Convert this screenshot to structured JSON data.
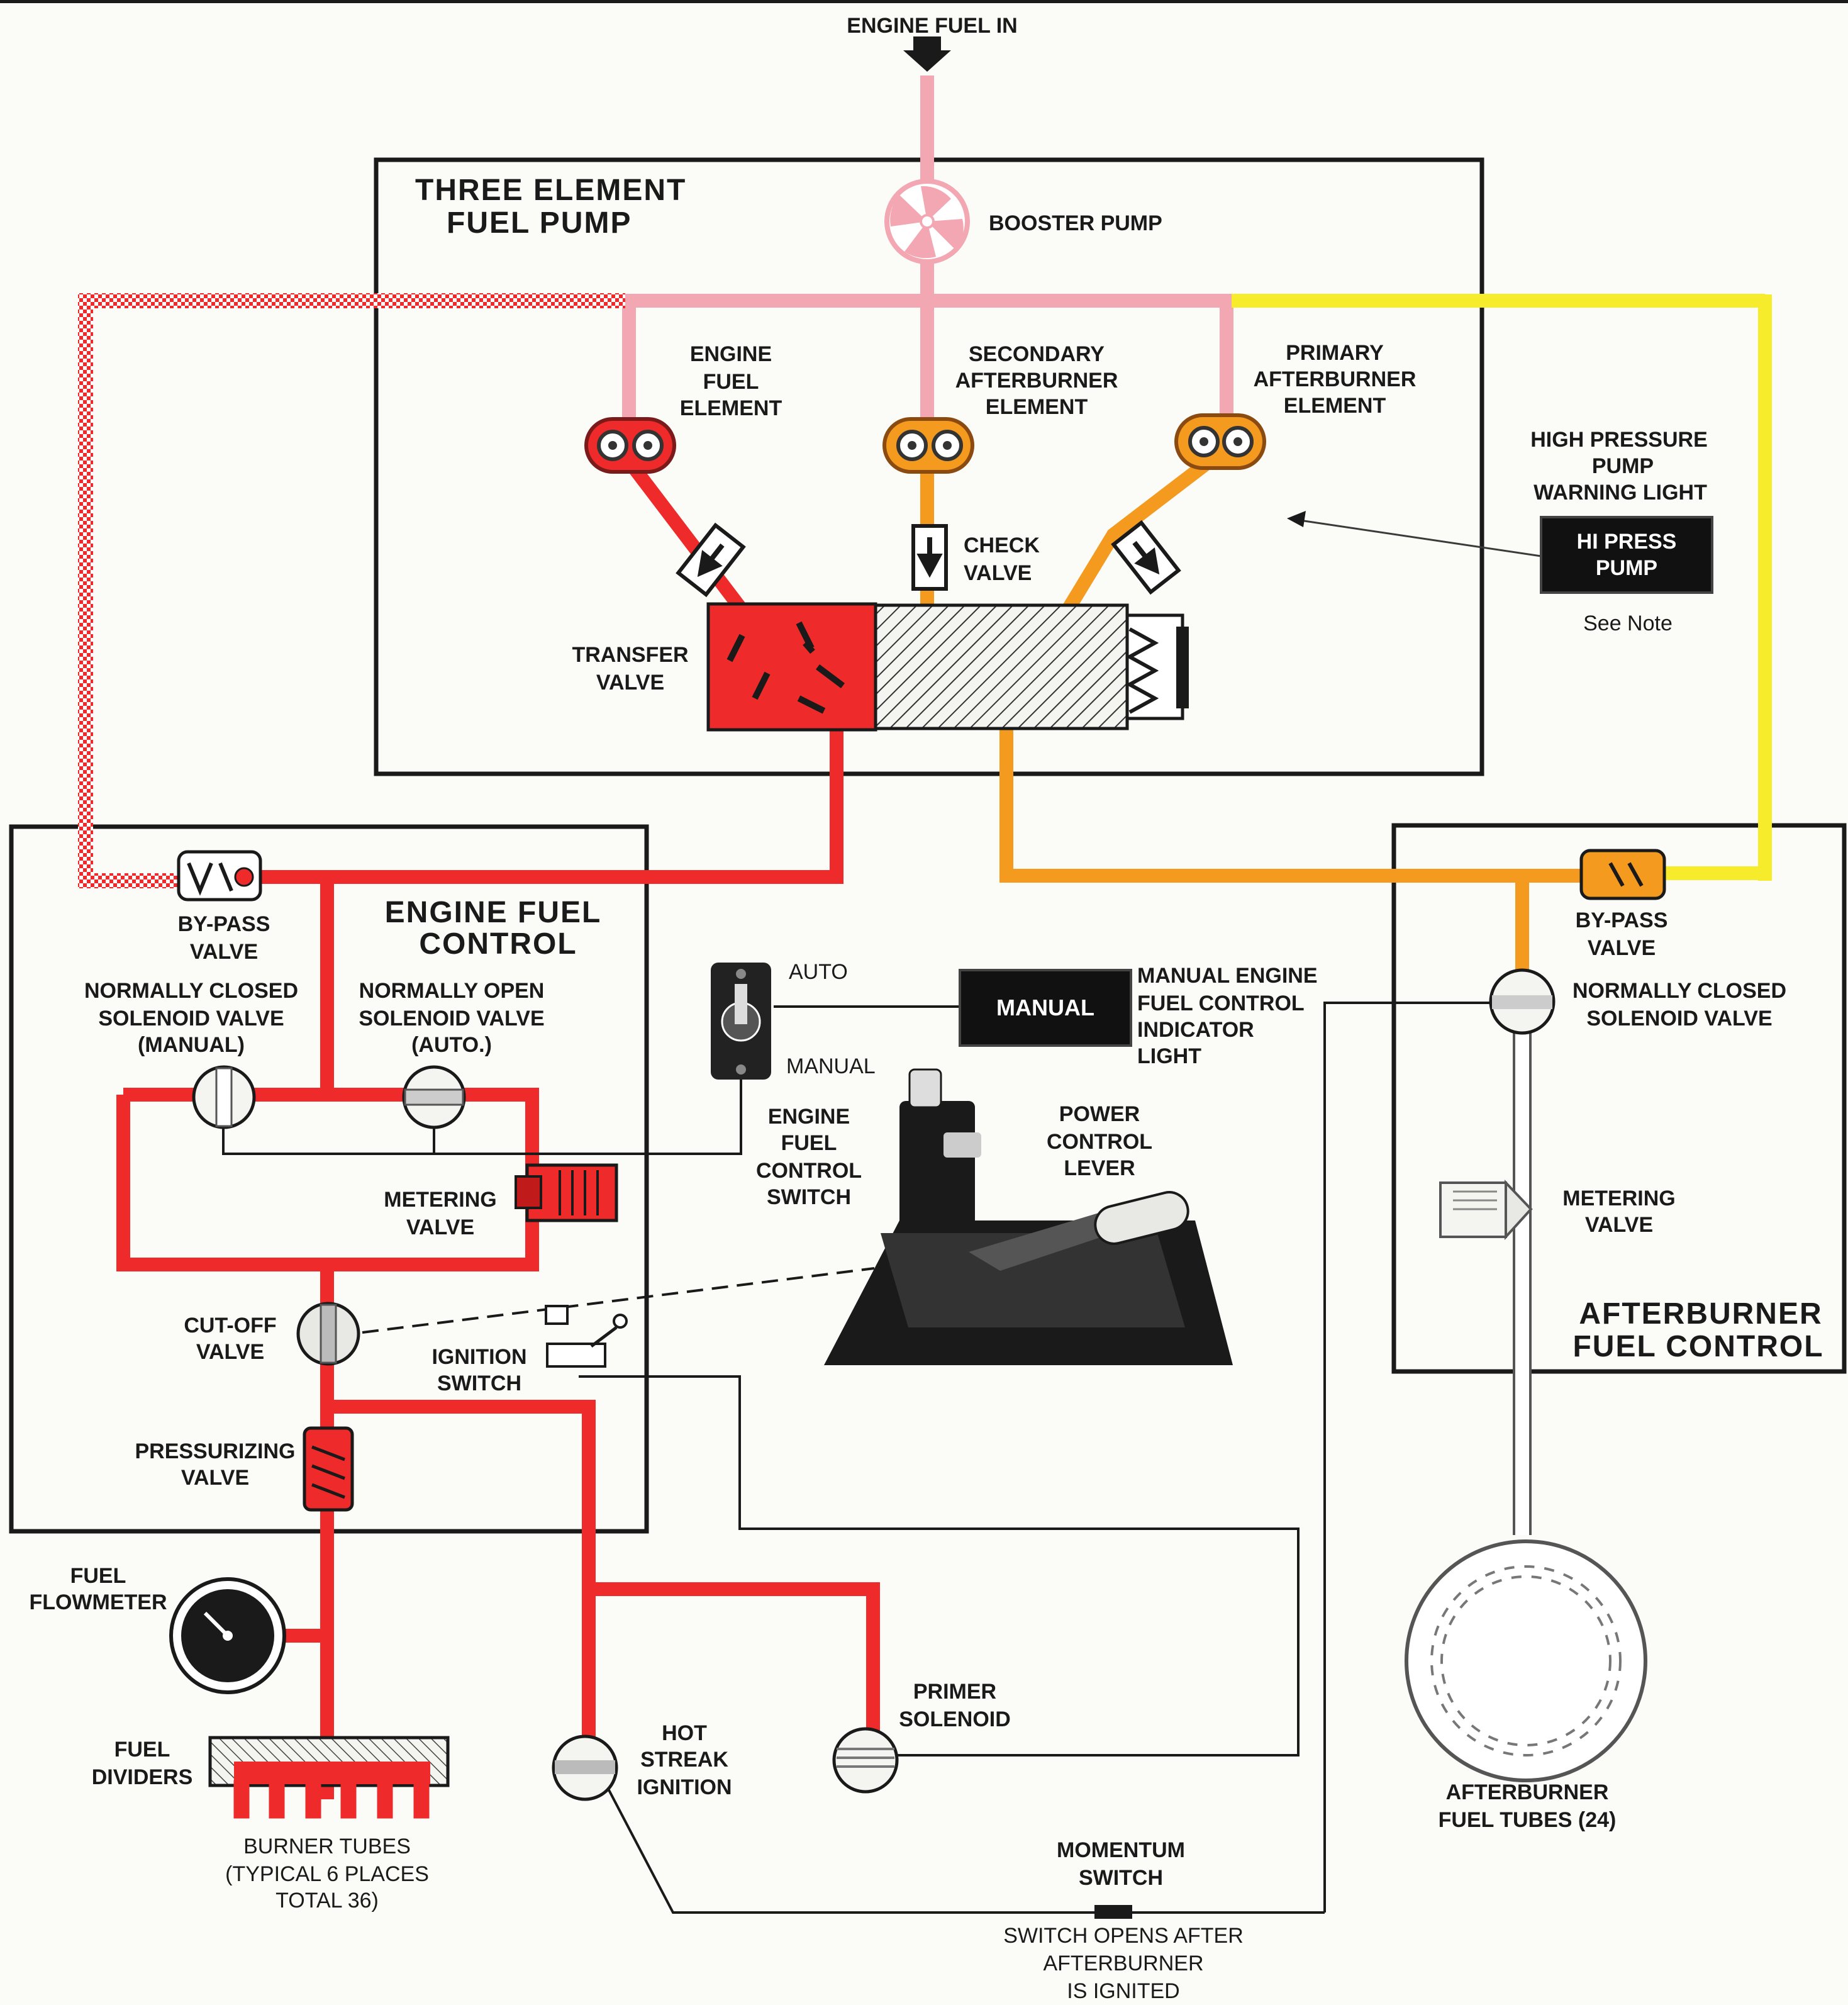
{
  "colors": {
    "boost": "#f2a7b2",
    "engine_fuel": "#ee2a2a",
    "afterburner": "#f39a1f",
    "afterburner_supply": "#f7ec2b",
    "line": "#1a1a1a",
    "ab_tube": "#ffffff"
  },
  "labels": {
    "engine_fuel_in": "ENGINE FUEL IN",
    "three_element_pump_1": "THREE ELEMENT",
    "three_element_pump_2": "FUEL PUMP",
    "booster_pump": "BOOSTER PUMP",
    "engine_fuel_element": [
      "ENGINE",
      "FUEL",
      "ELEMENT"
    ],
    "secondary_ab_element": [
      "SECONDARY",
      "AFTERBURNER",
      "ELEMENT"
    ],
    "primary_ab_element": [
      "PRIMARY",
      "AFTERBURNER",
      "ELEMENT"
    ],
    "check_valve": [
      "CHECK",
      "VALVE"
    ],
    "transfer_valve": [
      "TRANSFER",
      "VALVE"
    ],
    "hp_warning_light": [
      "HIGH PRESSURE",
      "PUMP",
      "WARNING LIGHT"
    ],
    "hi_press_pump_light": [
      "HI PRESS",
      "PUMP"
    ],
    "see_note": "See Note",
    "bypass_valve_left": [
      "BY-PASS",
      "VALVE"
    ],
    "engine_fuel_control": [
      "ENGINE FUEL",
      "CONTROL"
    ],
    "nc_solenoid_manual": [
      "NORMALLY CLOSED",
      "SOLENOID VALVE",
      "(MANUAL)"
    ],
    "no_solenoid_auto": [
      "NORMALLY OPEN",
      "SOLENOID VALVE",
      "(AUTO.)"
    ],
    "metering_valve_left": [
      "METERING",
      "VALVE"
    ],
    "auto": "AUTO",
    "manual_pos": "MANUAL",
    "manual_light": "MANUAL",
    "manual_indicator": [
      "MANUAL ENGINE",
      "FUEL CONTROL",
      "INDICATOR",
      "LIGHT"
    ],
    "ef_control_switch": [
      "ENGINE",
      "FUEL",
      "CONTROL",
      "SWITCH"
    ],
    "power_control_lever": [
      "POWER",
      "CONTROL",
      "LEVER"
    ],
    "cutoff_valve": [
      "CUT-OFF",
      "VALVE"
    ],
    "ignition_switch": [
      "IGNITION",
      "SWITCH"
    ],
    "pressurizing_valve": [
      "PRESSURIZING",
      "VALVE"
    ],
    "fuel_flowmeter": [
      "FUEL",
      "FLOWMETER"
    ],
    "fuel_dividers": [
      "FUEL",
      "DIVIDERS"
    ],
    "burner_tubes": [
      "BURNER TUBES",
      "(TYPICAL 6 PLACES",
      "TOTAL 36)"
    ],
    "hot_streak": [
      "HOT",
      "STREAK",
      "IGNITION"
    ],
    "primer_solenoid": [
      "PRIMER",
      "SOLENOID"
    ],
    "momentum_switch": [
      "MOMENTUM",
      "SWITCH"
    ],
    "switch_opens": [
      "SWITCH OPENS AFTER",
      "AFTERBURNER",
      "IS IGNITED"
    ],
    "bypass_valve_right": [
      "BY-PASS",
      "VALVE"
    ],
    "nc_solenoid_right": [
      "NORMALLY CLOSED",
      "SOLENOID VALVE"
    ],
    "metering_valve_right": [
      "METERING",
      "VALVE"
    ],
    "ab_fuel_control": [
      "AFTERBURNER",
      "FUEL CONTROL"
    ],
    "ab_fuel_tubes": [
      "AFTERBURNER",
      "FUEL TUBES (24)"
    ]
  }
}
